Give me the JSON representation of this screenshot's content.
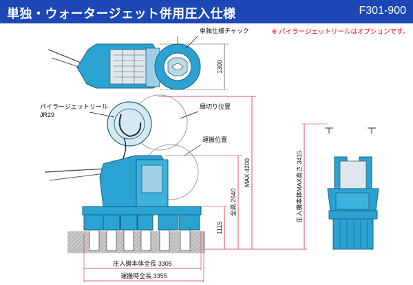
{
  "header": {
    "title": "単独・ウォータージェット併用圧入仕様",
    "model": "F301-900"
  },
  "note": "※ パイラージェットリールはオプションです。",
  "labels": {
    "chuck": "単独仕様チャック",
    "reel": "パイラージェットリール",
    "reel_model": "JR29",
    "cutoff_position": "縁切り位置",
    "transport_position": "運搬位置"
  },
  "dimensions": {
    "width_top": "1300",
    "max_height": "MAX 4200",
    "total_height": "全高 2640",
    "lower_height": "1115",
    "body_length": "圧入機本体全長 3305",
    "transport_length": "運搬時全長 3355",
    "side_height": "圧入機本体MAX高さ 3415"
  },
  "colors": {
    "header": "#1c47b4",
    "machine": "#2aa3d3",
    "dimension": "#d8223a",
    "note": "#e60012"
  }
}
